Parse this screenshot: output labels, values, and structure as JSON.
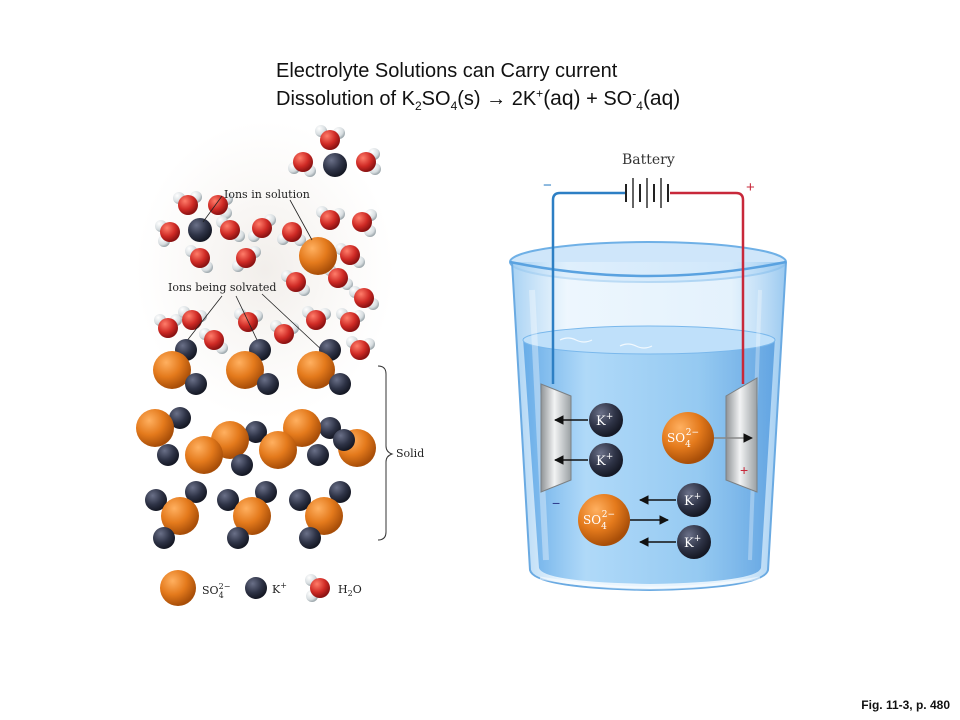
{
  "title": {
    "line1": "Electrolyte Solutions can Carry current",
    "line2": {
      "prefix": "Dissolution of K",
      "sub1": "2",
      "mid1": "SO",
      "sub2": "4",
      "mid2": "(s)",
      "arrow": "→",
      "mid3": " 2K",
      "sup1": "+",
      "aq1": "(aq)",
      "mid4": " + SO",
      "sup2": "-",
      "sub3": "4",
      "aq2": "(aq)"
    }
  },
  "left_panel": {
    "label_ions_in_solution": "Ions in solution",
    "label_ions_being_solvated": "Ions being solvated",
    "label_solid": "Solid",
    "legend": {
      "sulfate": {
        "base": "SO",
        "sub": "4",
        "sup": "2−"
      },
      "potassium": {
        "base": "K",
        "sup": "+"
      },
      "water": {
        "base": "H",
        "sub": "2",
        "tail": "O"
      }
    }
  },
  "battery": {
    "label": "Battery",
    "negative_sign": "−",
    "positive_sign": "+",
    "electrode_neg_sign": "−",
    "electrode_pos_sign": "+"
  },
  "ions": {
    "k_label": {
      "base": "K",
      "sup": "+"
    },
    "so4_label": {
      "base": "SO",
      "sub": "4",
      "sup": "2−"
    }
  },
  "caption": "Fig. 11-3, p. 480",
  "colors": {
    "sulfate": "#e07a1e",
    "potassium": "#2c3142",
    "oxygen": "#c8282a",
    "hydrogen": "#d9dfe2",
    "water_blue": "#8cc5f0",
    "wire_negative": "#2d7fc4",
    "wire_positive": "#c8283a"
  }
}
